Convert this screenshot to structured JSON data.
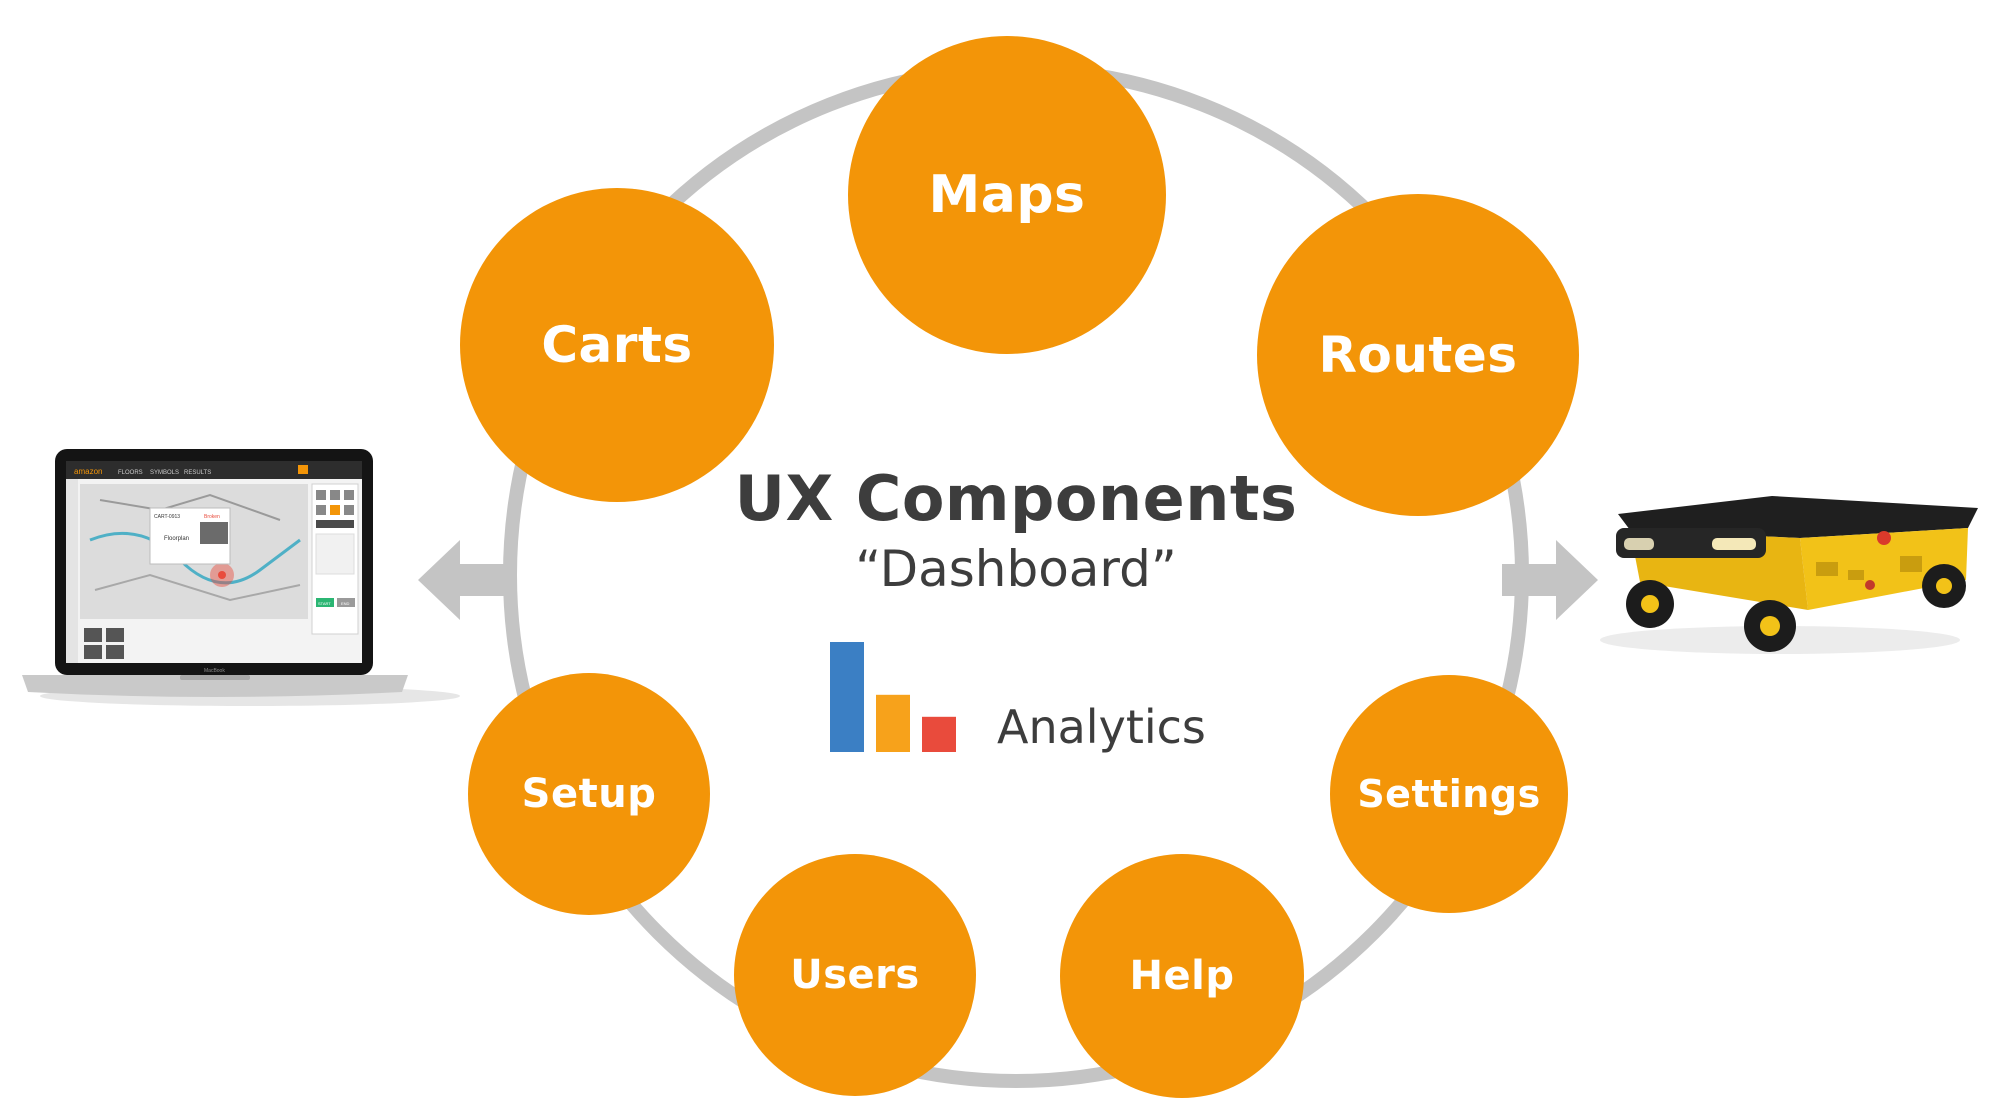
{
  "center": {
    "title": "UX Components",
    "subtitle": "“Dashboard”",
    "analytics_label": "Analytics"
  },
  "nodes": [
    {
      "id": "maps",
      "label": "Maps"
    },
    {
      "id": "routes",
      "label": "Routes"
    },
    {
      "id": "settings",
      "label": "Settings"
    },
    {
      "id": "help",
      "label": "Help"
    },
    {
      "id": "users",
      "label": "Users"
    },
    {
      "id": "setup",
      "label": "Setup"
    },
    {
      "id": "carts",
      "label": "Carts"
    }
  ],
  "analytics_bars": [
    {
      "value": 1.0,
      "color": "#3b7fc4"
    },
    {
      "value": 0.52,
      "color": "#f7a21b"
    },
    {
      "value": 0.32,
      "color": "#e94b3c"
    }
  ],
  "colors": {
    "node_fill": "#f39508",
    "ring": "#c4c4c4",
    "arrow": "#c4c4c4",
    "text_dark": "#3d3d3d",
    "cart_body": "#f2c218"
  },
  "laptop_screen": {
    "tabs": [
      "FLOORS",
      "SYMBOLS",
      "RESULTS"
    ],
    "brand": "amazon",
    "panel_title": "CART-0913",
    "panel_name": "Floorplan",
    "status": "Broken",
    "start_button": "START",
    "end_button": "END"
  },
  "laptop_brand": "MacBook"
}
